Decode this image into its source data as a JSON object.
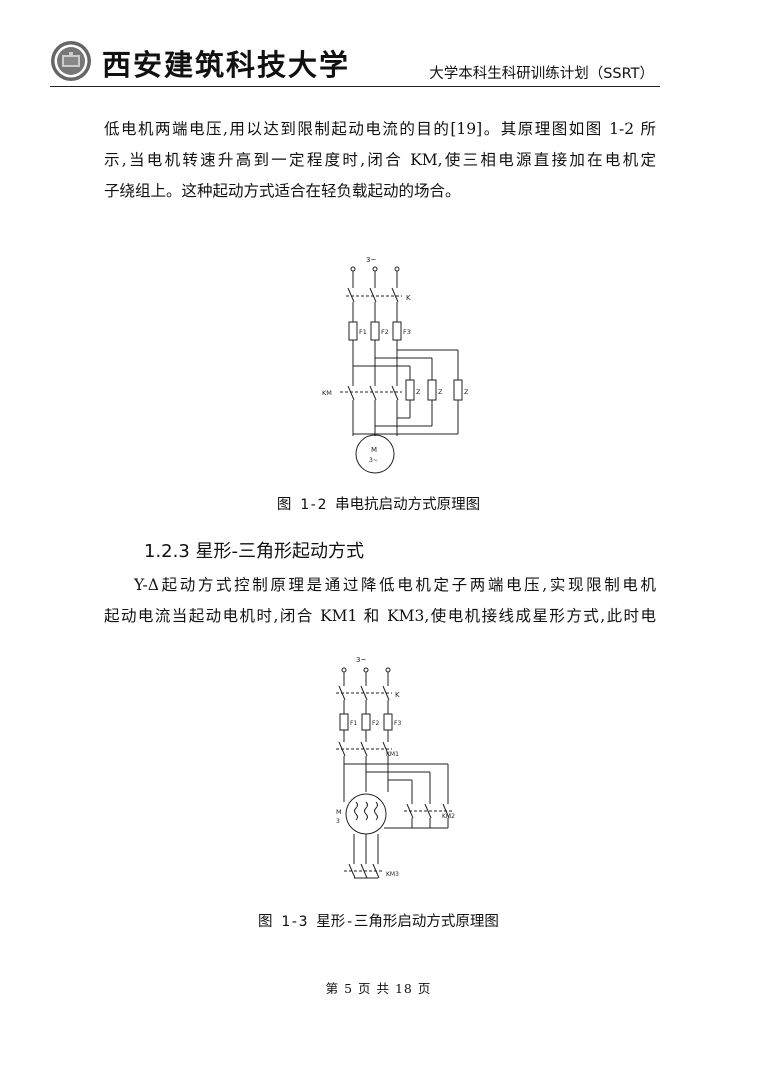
{
  "header": {
    "school_name": "西安建筑科技大学",
    "program_name": "大学本科生科研训练计划（SSRT）"
  },
  "para1": {
    "lines": [
      "低电机两端电压,用以达到限制起动电流的目的[19]。其原理图如图 1-2 所",
      "示,当电机转速升高到一定程度时,闭合 KM,使三相电源直接加在电机定",
      "子绕组上。这种起动方式适合在轻负载起动的场合。"
    ]
  },
  "figure1": {
    "caption": "图 1-2 串电抗启动方式原理图",
    "labels": {
      "source": "3~",
      "switch": "K",
      "fuse1": "F1",
      "fuse2": "F2",
      "fuse3": "F3",
      "contactor": "KM",
      "reactor": "Z",
      "motor": "M",
      "motor_phase": "3~"
    }
  },
  "section": {
    "heading": "1.2.3 星形-三角形起动方式"
  },
  "para2": {
    "lines": [
      "Y-Δ起动方式控制原理是通过降低电机定子两端电压,实现限制电机",
      "起动电流当起动电机时,闭合 KM1 和 KM3,使电机接线成星形方式,此时电"
    ]
  },
  "figure2": {
    "caption": "图 1-3 星形-三角形启动方式原理图",
    "labels": {
      "source": "3~",
      "switch": "K",
      "fuse1": "F1",
      "fuse2": "F2",
      "fuse3": "F3",
      "km1": "KM1",
      "km2": "KM2",
      "km3": "KM3",
      "motor": "M",
      "motor_phase": "3"
    }
  },
  "footer": {
    "page_text": "第 5 页 共 18 页"
  }
}
